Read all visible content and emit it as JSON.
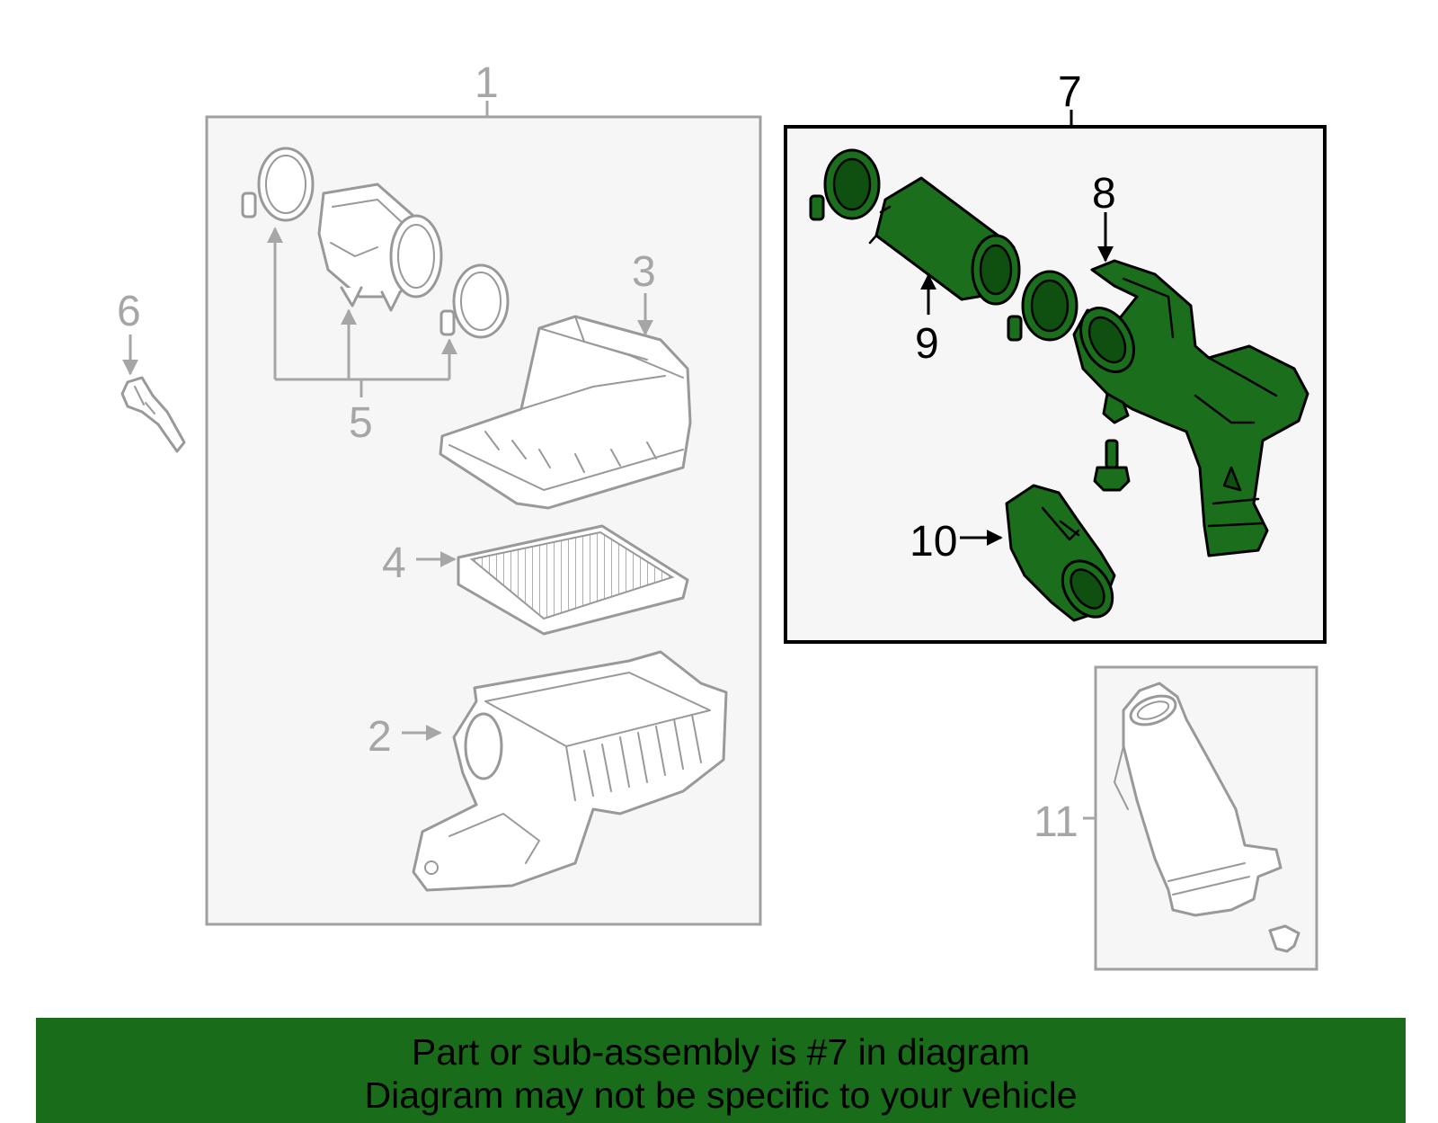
{
  "callouts": {
    "c1": "1",
    "c2": "2",
    "c3": "3",
    "c4": "4",
    "c5": "5",
    "c6": "6",
    "c7": "7",
    "c8": "8",
    "c9": "9",
    "c10": "10",
    "c11": "11"
  },
  "highlight": {
    "part_number": "7",
    "color": "#1b6e1b"
  },
  "banner": {
    "line1": "Part or sub-assembly is #7 in diagram",
    "line2": "Diagram may not be specific to your vehicle",
    "background": "#196c19"
  }
}
